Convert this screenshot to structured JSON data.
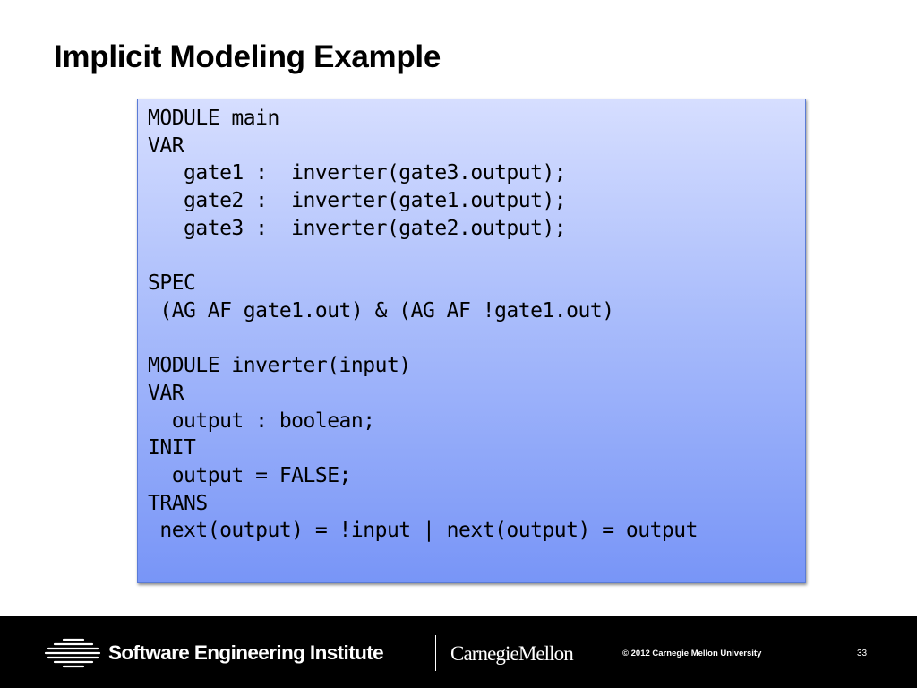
{
  "slide": {
    "title": "Implicit Modeling Example"
  },
  "code": {
    "lines": [
      "MODULE main",
      "VAR",
      "   gate1 :  inverter(gate3.output);",
      "   gate2 :  inverter(gate1.output);",
      "   gate3 :  inverter(gate2.output);",
      "",
      "SPEC",
      " (AG AF gate1.out) & (AG AF !gate1.out)",
      "",
      "MODULE inverter(input)",
      "VAR",
      "  output : boolean;",
      "INIT",
      "  output = FALSE;",
      "TRANS",
      " next(output) = !input | next(output) = output"
    ]
  },
  "footer": {
    "institute": "Software Engineering Institute",
    "university": "CarnegieMellon",
    "copyright": "© 2012 Carnegie Mellon University",
    "page_number": "33"
  },
  "colors": {
    "code_box_top": "#d6deff",
    "code_box_bottom": "#7895f7",
    "footer_bg": "#000000"
  },
  "icons": {
    "sei_logo": "sei-logo-icon"
  }
}
